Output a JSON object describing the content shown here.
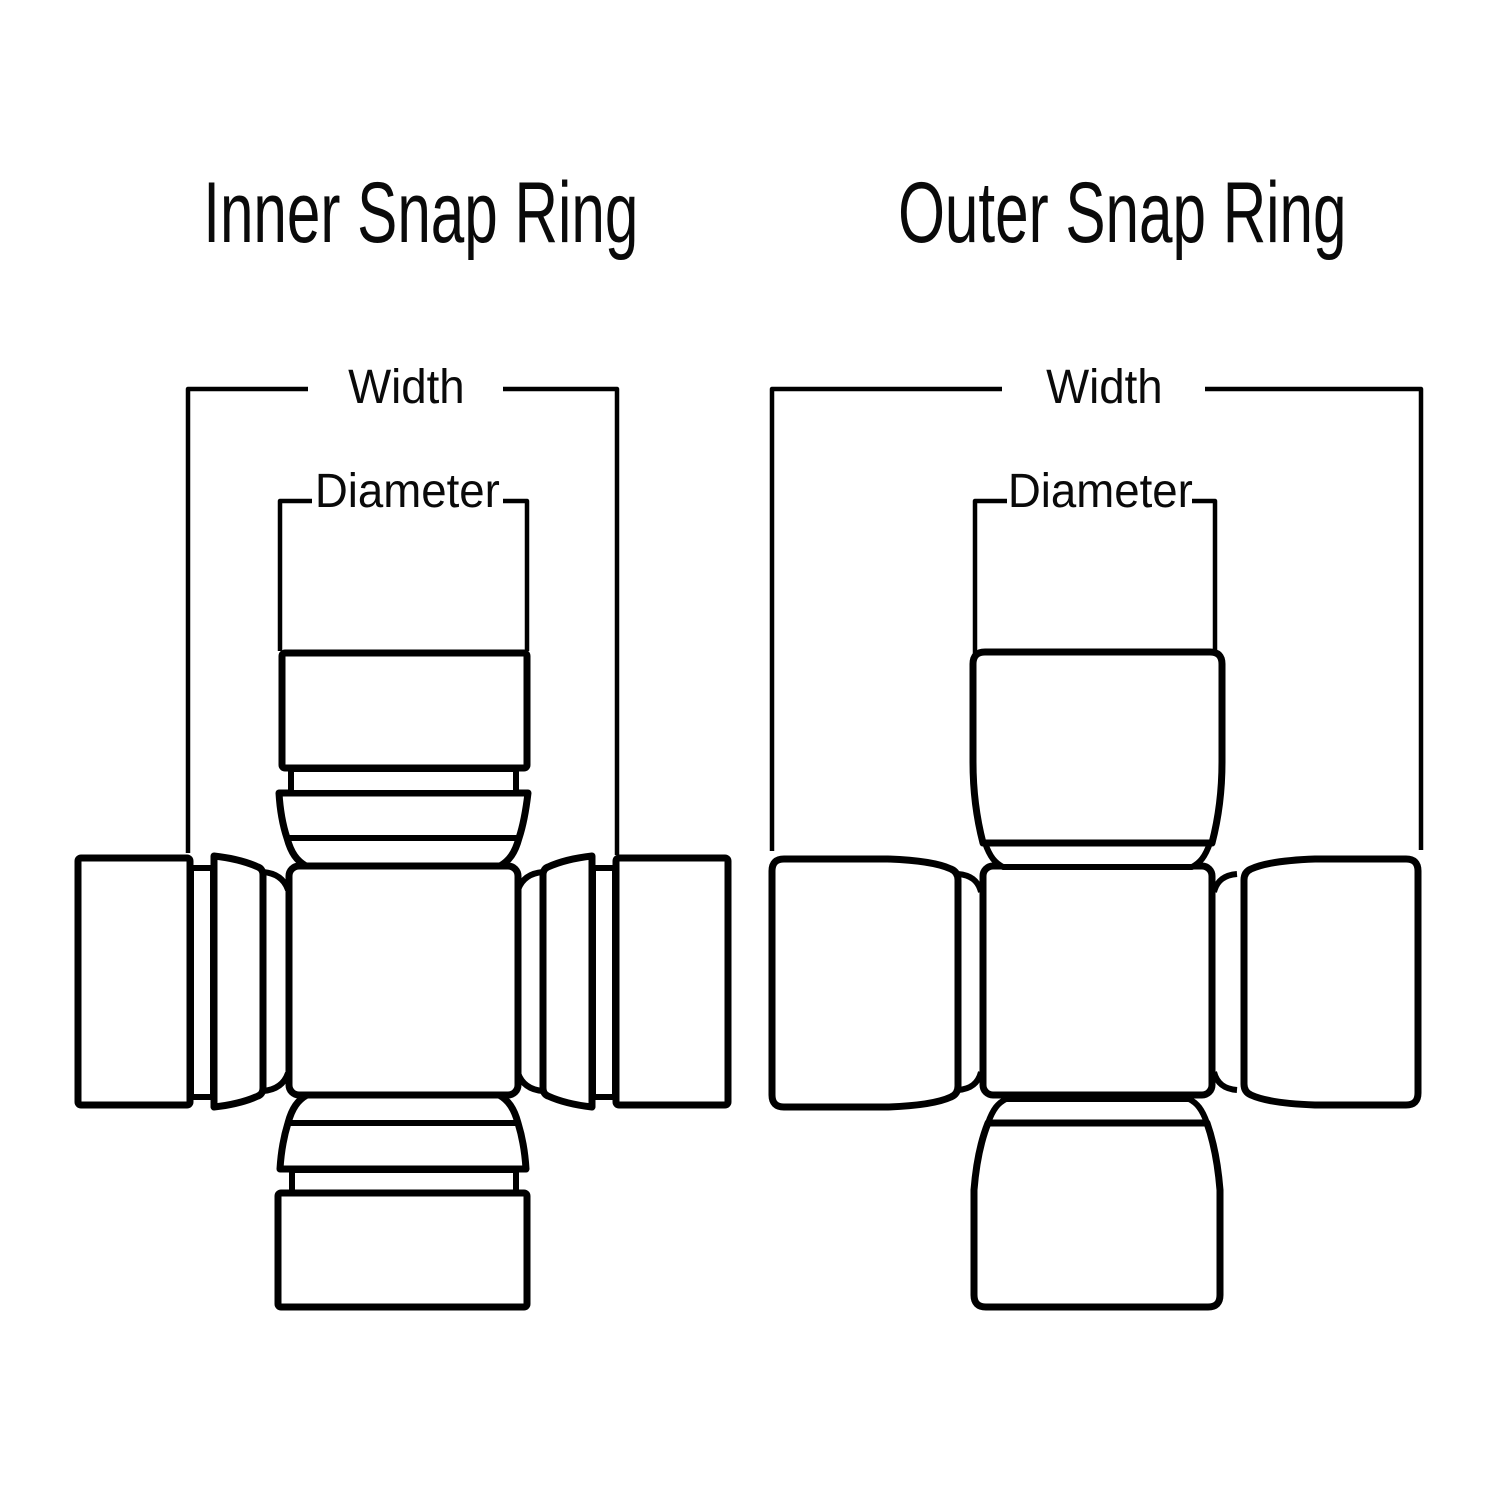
{
  "canvas": {
    "background": "#ffffff",
    "ink": "#000000"
  },
  "diagrams": {
    "inner": {
      "title": "Inner Snap Ring",
      "width_label": "Width",
      "diameter_label": "Diameter"
    },
    "outer": {
      "title": "Outer Snap Ring",
      "width_label": "Width",
      "diameter_label": "Diameter"
    }
  }
}
